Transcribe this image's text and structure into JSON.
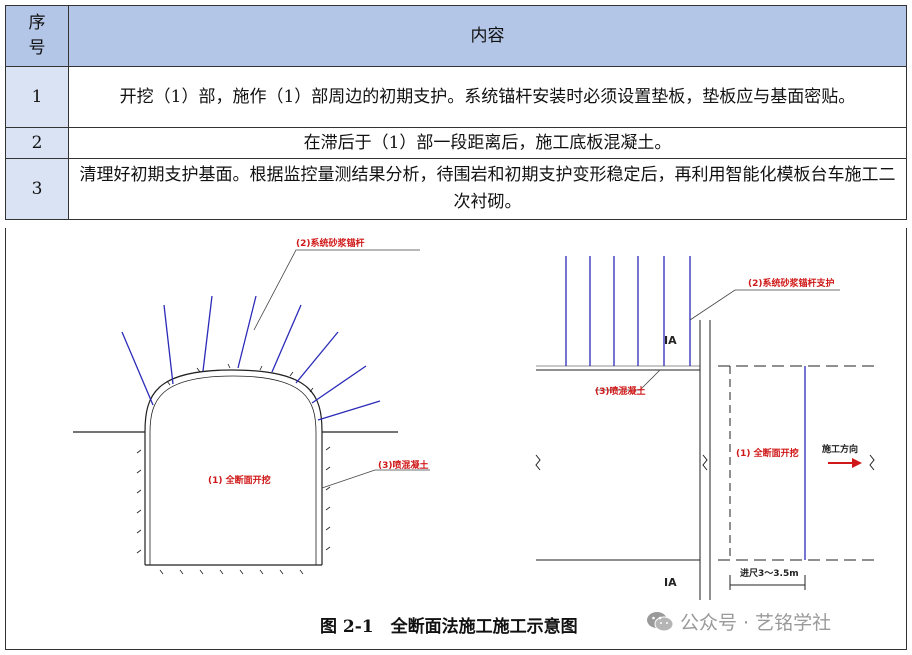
{
  "table": {
    "header": {
      "no": "序号",
      "content": "内容"
    },
    "rows": [
      {
        "no": "1",
        "text": "开挖（1）部，施作（1）部周边的初期支护。系统锚杆安装时必须设置垫板，垫板应与基面密贴。"
      },
      {
        "no": "2",
        "text": "在滞后于（1）部一段距离后，施工底板混凝土。"
      },
      {
        "no": "3",
        "text": "清理好初期支护基面。根据监控量测结果分析，待围岩和初期支护变形稳定后，再利用智能化模板台车施工二次衬砌。"
      }
    ]
  },
  "figure": {
    "left": {
      "anchor_label": "(2)系统砂浆锚杆",
      "excavation_label": "(1) 全断面开挖",
      "shotcrete_label": "(3)喷混凝土"
    },
    "right": {
      "anchor_label": "(2)系统砂浆锚杆支护",
      "shotcrete_label": "(3)喷混凝土",
      "section_top": "IA",
      "section_bottom": "IA",
      "excavation_label": "(1) 全断面开挖",
      "direction_label": "施工方向",
      "advance_label": "进尺3～3.5m"
    },
    "caption": "图 2-1　全断面法施工施工示意图"
  },
  "watermark": "公众号 · 艺铭学社",
  "colors": {
    "header_bg": "#b4c6e7",
    "number_bg": "#dae3f3",
    "anchor": "#2b2bb8",
    "label_red": "#d01818"
  }
}
